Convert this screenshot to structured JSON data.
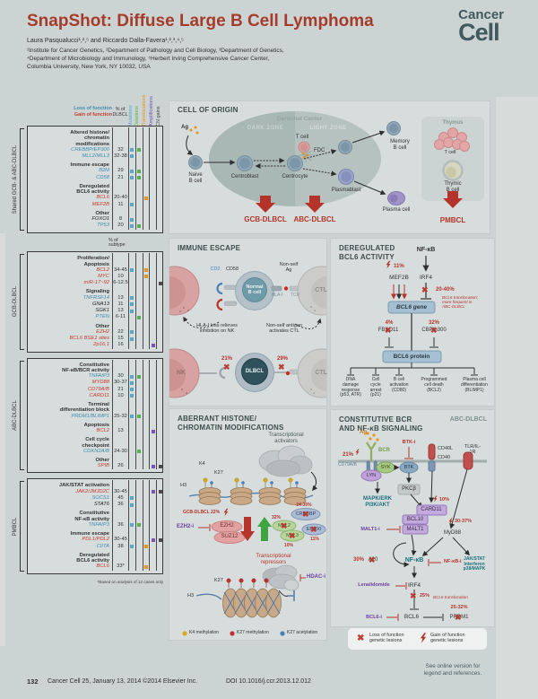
{
  "colors": {
    "title": "#a53c2b",
    "accent_red": "#b5342b",
    "logo": "#42595d"
  },
  "header": {
    "title": "SnapShot: Diffuse Large B Cell Lymphoma",
    "authors": "Laura Pasqualucci¹,²,⁵ and Riccardo Dalla-Favera¹,²,³,⁴,⁵",
    "affiliations": "¹Institute for Cancer Genetics, ²Department of Pathology and Cell Biology, ³Department of Genetics,\n⁴Department of Microbiology and Immunology, ⁵Herbert Irving Comprehensive Cancer Center,\nColumbia University, New York, NY 10032, USA",
    "logo_line1": "Cancer",
    "logo_line2": "Cell"
  },
  "table": {
    "legend_loss": "Loss of function",
    "legend_gain": "Gain of function",
    "pct_header": "% of\nDLBCL",
    "pct_subtype_header": "% of\nsubtype",
    "columns": [
      "Mutations",
      "Deletions",
      "Translocations",
      "Amplifications",
      "CN gains"
    ],
    "column_colors": [
      "#58a8cc",
      "#55b054",
      "#e8951e",
      "#7b52b5",
      "#4a4a4a"
    ],
    "footnote": "*Based on analysis of 12 cases only",
    "sections": [
      {
        "label": "Shared GCB- & ABC-DLBCL",
        "groups": [
          {
            "heading": "Altered histone/\nchromatin\nmodifications",
            "rows": [
              {
                "gene": "CREBBP/EP300",
                "color": "loss",
                "pct": "32",
                "marks": [
                  0,
                  1
                ]
              },
              {
                "gene": "MLL2/MLL3",
                "color": "loss",
                "pct": "32-38",
                "marks": [
                  0
                ]
              }
            ]
          },
          {
            "heading": "Immune escape",
            "rows": [
              {
                "gene": "B2M",
                "color": "loss",
                "pct": "29",
                "marks": [
                  0,
                  1
                ]
              },
              {
                "gene": "CD58",
                "color": "loss",
                "pct": "21",
                "marks": [
                  0,
                  1
                ]
              }
            ]
          },
          {
            "heading": "Deregulated\nBCL6 activity",
            "rows": [
              {
                "gene": "BCL6",
                "color": "gain",
                "pct": "20-40",
                "marks": [
                  2
                ]
              },
              {
                "gene": "MEF2B",
                "color": "gain",
                "pct": "11",
                "marks": [
                  0
                ]
              }
            ]
          },
          {
            "heading": "Other",
            "rows": [
              {
                "gene": "FOXO1",
                "color": "plain",
                "pct": "8",
                "marks": [
                  0
                ]
              },
              {
                "gene": "TP53",
                "color": "loss",
                "pct": "20",
                "marks": [
                  0,
                  1
                ]
              }
            ]
          }
        ]
      },
      {
        "label": "GCB-DLBCL",
        "groups": [
          {
            "heading": "Proliferation/\nApoptosis",
            "rows": [
              {
                "gene": "BCL2",
                "color": "gain",
                "pct": "34-45",
                "marks": [
                  0,
                  2
                ]
              },
              {
                "gene": "MYC",
                "color": "gain",
                "pct": "10",
                "marks": [
                  2
                ]
              },
              {
                "gene": "miR-17~92",
                "color": "gain",
                "pct": "6-12.5",
                "marks": [
                  4
                ]
              }
            ]
          },
          {
            "heading": "Signaling",
            "rows": [
              {
                "gene": "TNFRSF14",
                "color": "loss",
                "pct": "13",
                "marks": [
                  0
                ]
              },
              {
                "gene": "GNA13",
                "color": "plain",
                "pct": "11",
                "marks": [
                  0
                ]
              },
              {
                "gene": "SGK1",
                "color": "plain",
                "pct": "13",
                "marks": [
                  0
                ]
              },
              {
                "gene": "PTEN",
                "color": "loss",
                "pct": "6-11",
                "marks": [
                  1
                ]
              }
            ]
          },
          {
            "heading": "Other",
            "rows": [
              {
                "gene": "EZH2",
                "color": "gain",
                "pct": "22",
                "marks": [
                  0
                ]
              },
              {
                "gene": "BCL6 BSE1 sites",
                "color": "gain",
                "pct": "15",
                "marks": [
                  0
                ]
              },
              {
                "gene": "2p16.1",
                "color": "gain",
                "pct": "16",
                "marks": [
                  3
                ]
              }
            ]
          }
        ]
      },
      {
        "label": "ABC-DLBCL",
        "groups": [
          {
            "heading": "Constitutive\nNF-κB/BCR activity",
            "rows": [
              {
                "gene": "TNFAIP3",
                "color": "loss",
                "pct": "30",
                "marks": [
                  0,
                  1
                ]
              },
              {
                "gene": "MYD88",
                "color": "gain",
                "pct": "30-37",
                "marks": [
                  0
                ]
              },
              {
                "gene": "CD79A/B",
                "color": "gain",
                "pct": "21",
                "marks": [
                  0
                ]
              },
              {
                "gene": "CARD11",
                "color": "gain",
                "pct": "10",
                "marks": [
                  0
                ]
              }
            ]
          },
          {
            "heading": "Terminal\ndifferentiation block",
            "rows": [
              {
                "gene": "PRDM1/BLIMP1",
                "color": "loss",
                "pct": "25-32",
                "marks": [
                  0,
                  1
                ]
              }
            ]
          },
          {
            "heading": "Apoptosis",
            "rows": [
              {
                "gene": "BCL2",
                "color": "gain",
                "pct": "13",
                "marks": [
                  3
                ]
              }
            ]
          },
          {
            "heading": "Cell cycle\ncheckpoint",
            "rows": [
              {
                "gene": "CDKN2A/B",
                "color": "loss",
                "pct": "24-30",
                "marks": [
                  1
                ]
              }
            ]
          },
          {
            "heading": "Other",
            "rows": [
              {
                "gene": "SPIB",
                "color": "gain",
                "pct": "26",
                "marks": [
                  3,
                  4
                ]
              }
            ]
          }
        ]
      },
      {
        "label": "PMBCL",
        "groups": [
          {
            "heading": "JAK/STAT activation",
            "rows": [
              {
                "gene": "JAK2/JMJD2C",
                "color": "gain",
                "pct": "30-45",
                "marks": [
                  3,
                  4
                ]
              },
              {
                "gene": "SOCS1",
                "color": "loss",
                "pct": "45",
                "marks": [
                  0
                ]
              },
              {
                "gene": "STAT6",
                "color": "plain",
                "pct": "36",
                "marks": [
                  0
                ]
              }
            ]
          },
          {
            "heading": "Constitutive\nNF-κB activity",
            "rows": [
              {
                "gene": "TNFAIP3",
                "color": "loss",
                "pct": "36",
                "marks": [
                  0,
                  1
                ]
              }
            ]
          },
          {
            "heading": "Immune escape",
            "rows": [
              {
                "gene": "PDL1/PDL2",
                "color": "gain",
                "pct": "30-45",
                "marks": [
                  3,
                  4
                ]
              },
              {
                "gene": "CIITA",
                "color": "loss",
                "pct": "38",
                "marks": [
                  0,
                  2
                ]
              }
            ]
          },
          {
            "heading": "Deregulated\nBCL6 activity",
            "rows": [
              {
                "gene": "BCL6",
                "color": "gain",
                "pct": "33*",
                "marks": [
                  2
                ]
              }
            ]
          }
        ]
      }
    ]
  },
  "cell_of_origin": {
    "title": "CELL OF ORIGIN",
    "germinal_center": "Germinal Center",
    "dark_zone": "DARK ZONE",
    "light_zone": "LIGHT ZONE",
    "ag": "Ag",
    "naive": "Naive\nB cell",
    "centroblast": "Centroblast",
    "centrocyte": "Centrocyte",
    "t_cell": "T cell",
    "fdc": "FDC",
    "memory": "Memory\nB cell",
    "plasmablast": "Plasmablast",
    "plasma": "Plasma cell",
    "gcb": "GCB-DLBCL",
    "abc": "ABC-DLBCL",
    "thymus": "Thymus",
    "thymus_t": "T cell",
    "thymic_b": "Thymic\nB cell",
    "pmbcl": "PMBCL"
  },
  "immune_escape": {
    "title": "IMMUNE ESCAPE",
    "nk": "NK",
    "cd2": "CD2",
    "cd58": "CD58",
    "normal_b": "Normal\nB cell",
    "hla1": "HLA-I",
    "nonself_ag": "Non-self\nAg",
    "tcr": "TCR",
    "ctl": "CTL",
    "caption_left": "HLA-I loss relieves\ninhibition on NK",
    "caption_right": "Non-self antigen\nactivates CTL",
    "pct_nk": "21%",
    "dlbcl": "DLBCL",
    "pct_ctl": "29%"
  },
  "bcl6_panel": {
    "title": "DEREGULATED\nBCL6 ACTIVITY",
    "nfkb": "NF-κB",
    "irf4": "IRF4",
    "pct_mef2b": "11%",
    "mef2b": "MEF2B",
    "pct_irf4": "20-40%",
    "note": "BCL6 translocation;\nmore frequent in\nABC-DLBCL",
    "gene_box": "BCL6 gene",
    "pct_fbxo11": "4%",
    "fbxo11": "FBXO11",
    "pct_cbp": "32%",
    "cbp": "CBP/p300",
    "protein_box": "BCL6 protein",
    "branches": [
      "DNA\ndamage\nresponse\n(p53, ATR)",
      "Cell\ncycle\narrest\n(p21)",
      "B cell\nactivation\n(CD80)",
      "Programmed\ncell death\n(BCL2)",
      "Plasma cell\ndifferentiation\n(BLIMP1)"
    ]
  },
  "histone": {
    "title": "ABERRANT HISTONE/\nCHROMATIN MODIFICATIONS",
    "activators": "Transcriptional\nactivators",
    "k4": "K4",
    "k27": "K27",
    "h3": "H3",
    "gcb_pct": "GCB-DLBCL 22%",
    "ezh2i": "EZH2-i",
    "ezh2": "EZH2",
    "suz12": "SUZ12",
    "pct_mll2": "32%",
    "mll2": "MLL2",
    "mll3": "MLL3",
    "pct_mll3": "10%",
    "pct_crebbp": "24-30%",
    "crebbp": "CREBBP",
    "ep300": "EP300",
    "pct_ep300": "11%",
    "repressors": "Transcriptional\nrepressors",
    "hdaci": "HDAC-i",
    "k27_2": "K27",
    "h3_2": "H3",
    "legend": [
      {
        "label": "K4 methylation",
        "color": "#d4aa1e"
      },
      {
        "label": "K27 methylation",
        "color": "#c03030"
      },
      {
        "label": "K27 acetylation",
        "color": "#4a7fb5"
      }
    ]
  },
  "bcr": {
    "title": "CONSTITUTIVE BCR\nAND NF-κB SIGNALING",
    "subtype": "ABC-DLBCL",
    "ag": "Ag",
    "bcr": "BCR",
    "pct_cd79": "21%",
    "cd79": "CD79A/B",
    "lyn": "LYN",
    "syk": "SYK",
    "btki": "BTK-i",
    "btk": "BTK",
    "cd40l": "CD40L",
    "cd40": "CD40",
    "tlr": "TLR/IL-1R",
    "mapk": "MAPK/ERK\nPI3K/AKT",
    "pkcb": "PKCβ",
    "pct_card11": "10%",
    "card11": "CARD11",
    "bcl10": "BCL10",
    "malt1i": "MALT1-i",
    "malt1": "MALT1",
    "pct_myd88": "30-37%",
    "myd88": "MyD88",
    "pct_a20": "30%",
    "a20": "A20",
    "nfkb": "NF-κB",
    "nfkbi": "NF-κB-i",
    "jakstat": "JAK/STAT\nInterferon\np38/MAPK",
    "lenalidomide": "Lenalidomide",
    "irf4": "IRF4",
    "pct_bcl6t": "25%",
    "bcl6_transloc": "BCL6 translocation",
    "bcl6i": "BCL6-i",
    "bcl6": "BCL6",
    "pct_prdm1": "25-32%",
    "prdm1": "PRDM1"
  },
  "legend_box": {
    "loss": "Loss of function\ngenetic lesions",
    "gain": "Gain of function\ngenetic lesions"
  },
  "footer": {
    "page": "132",
    "citation": "Cancer Cell 25, January 13, 2014 ©2014 Elsevier Inc.",
    "doi": "DOI 10.1016/j.ccr.2013.12.012",
    "see_online": "See online version for\nlegend and references."
  }
}
